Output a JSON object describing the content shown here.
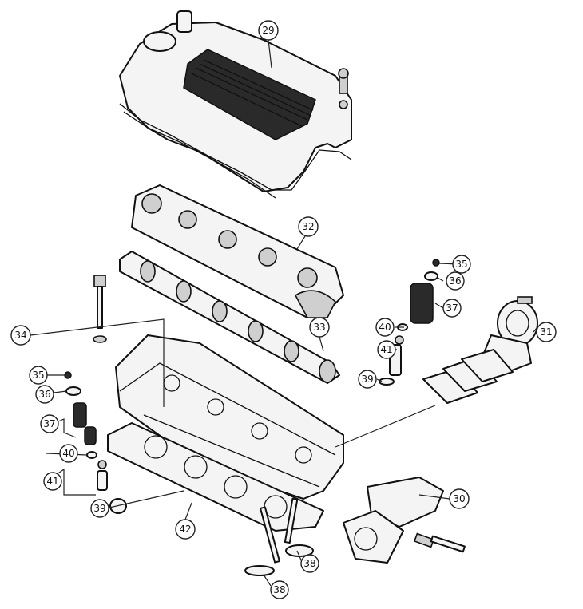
{
  "callouts": [
    {
      "id": "c29",
      "label": "29"
    },
    {
      "id": "c32",
      "label": "32"
    },
    {
      "id": "c33",
      "label": "33"
    },
    {
      "id": "c34",
      "label": "34"
    },
    {
      "id": "c35a",
      "label": "35"
    },
    {
      "id": "c36a",
      "label": "36"
    },
    {
      "id": "c37a",
      "label": "37"
    },
    {
      "id": "c40a",
      "label": "40"
    },
    {
      "id": "c41a",
      "label": "41"
    },
    {
      "id": "c39a",
      "label": "39"
    },
    {
      "id": "c31",
      "label": "31"
    },
    {
      "id": "c35b",
      "label": "35"
    },
    {
      "id": "c36b",
      "label": "36"
    },
    {
      "id": "c37b",
      "label": "37"
    },
    {
      "id": "c40b",
      "label": "40"
    },
    {
      "id": "c41b",
      "label": "41"
    },
    {
      "id": "c39b",
      "label": "39"
    },
    {
      "id": "c30",
      "label": "30"
    },
    {
      "id": "c42",
      "label": "42"
    },
    {
      "id": "c38a",
      "label": "38"
    },
    {
      "id": "c38b",
      "label": "38"
    }
  ]
}
